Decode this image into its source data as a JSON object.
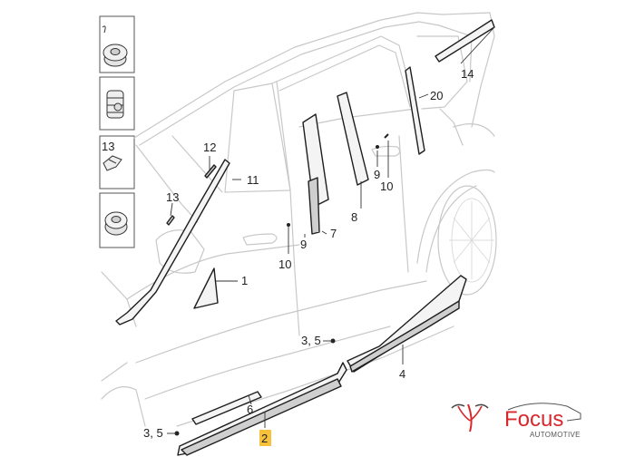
{
  "callouts": {
    "c1": "1",
    "c2": "2",
    "c4": "4",
    "c6": "6",
    "c7": "7",
    "c8": "8",
    "c9a": "9",
    "c9b": "9",
    "c10a": "10",
    "c10b": "10",
    "c11": "11",
    "c12": "12",
    "c13": "13",
    "c13b": "13",
    "c14": "14",
    "c20": "20",
    "c35a": "3, 5",
    "c35b": "3, 5"
  },
  "highlight_color": "#f7c13c",
  "logo": {
    "name": "Focus",
    "tagline": "AUTOMOTIVE",
    "color": "#d6282d"
  }
}
